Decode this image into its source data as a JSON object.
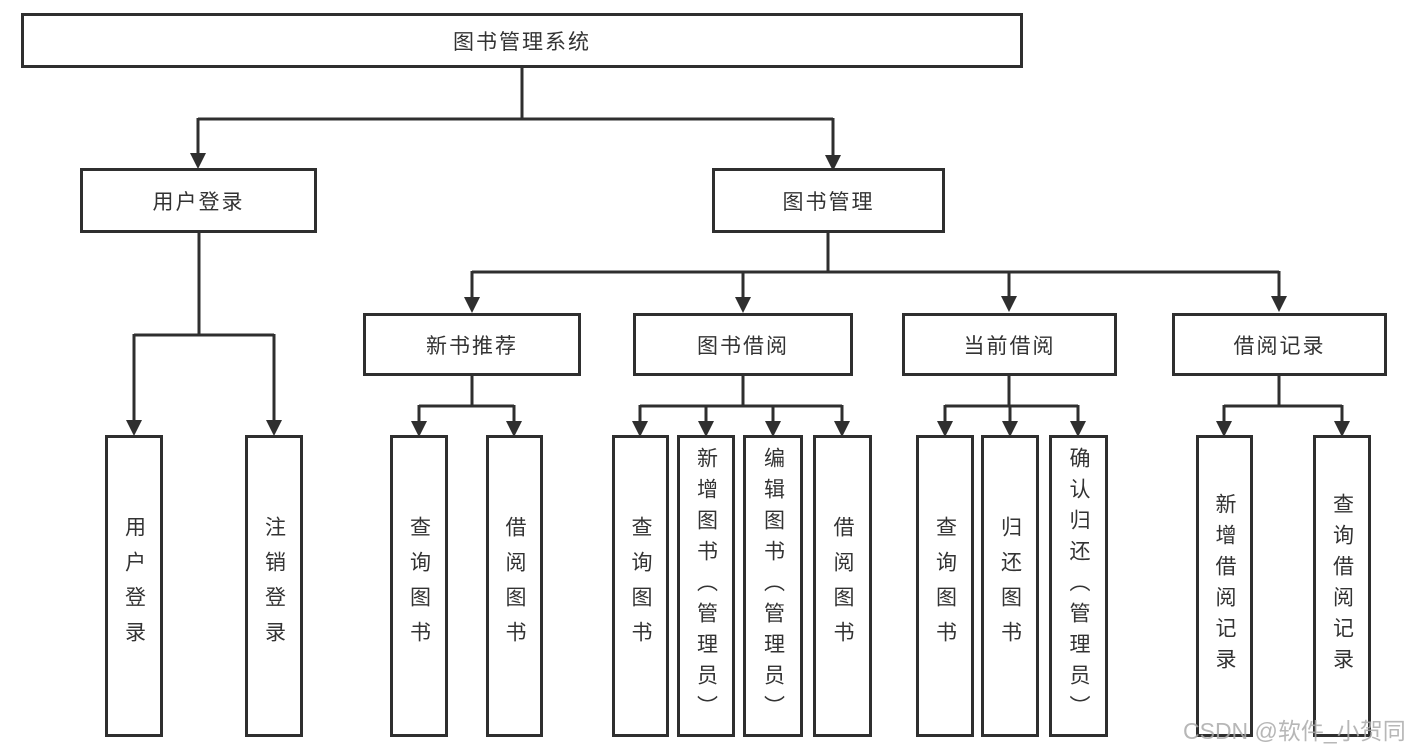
{
  "diagram": {
    "root": {
      "label": "图书管理系统"
    },
    "branches": [
      {
        "label": "用户登录",
        "children": [
          {
            "label": "用户登录"
          },
          {
            "label": "注销登录"
          }
        ]
      },
      {
        "label": "图书管理",
        "children": [
          {
            "label": "新书推荐",
            "children": [
              {
                "label": "查询图书"
              },
              {
                "label": "借阅图书"
              }
            ]
          },
          {
            "label": "图书借阅",
            "children": [
              {
                "label": "查询图书"
              },
              {
                "label": "新增图书（管理员）"
              },
              {
                "label": "编辑图书（管理员）"
              },
              {
                "label": "借阅图书"
              }
            ]
          },
          {
            "label": "当前借阅",
            "children": [
              {
                "label": "查询图书"
              },
              {
                "label": "归还图书"
              },
              {
                "label": "确认归还（管理员）"
              }
            ]
          },
          {
            "label": "借阅记录",
            "children": [
              {
                "label": "新增借阅记录"
              },
              {
                "label": "查询借阅记录"
              }
            ]
          }
        ]
      }
    ]
  },
  "watermark": {
    "text": "CSDN @软件_小贺同学"
  },
  "colors": {
    "line": "#2f2f2f",
    "text": "#333333",
    "background": "#ffffff",
    "watermark": "#aaaaaa"
  }
}
